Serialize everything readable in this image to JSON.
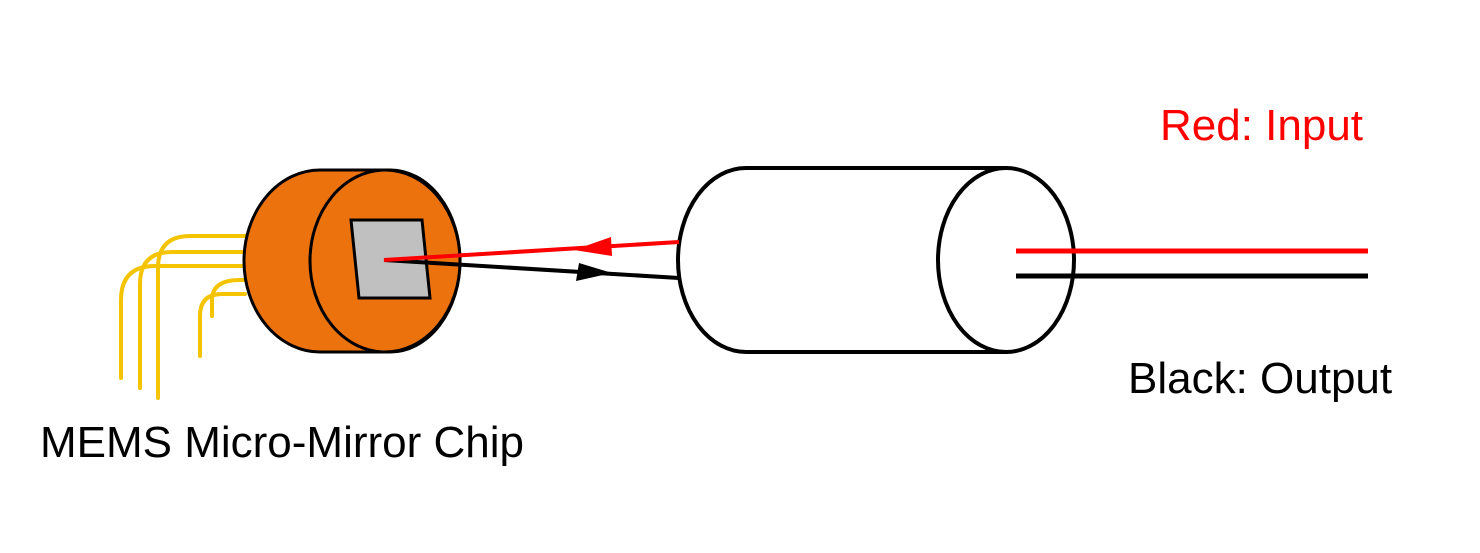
{
  "labels": {
    "chip": "MEMS Micro-Mirror Chip",
    "input": "Red: Input",
    "output": "Black: Output"
  },
  "colors": {
    "input_beam": "#ff0000",
    "output_beam": "#000000",
    "chip_body": "#ec720e",
    "mirror": "#c0c0c0",
    "leads": "#f5c400",
    "outline": "#000000"
  }
}
